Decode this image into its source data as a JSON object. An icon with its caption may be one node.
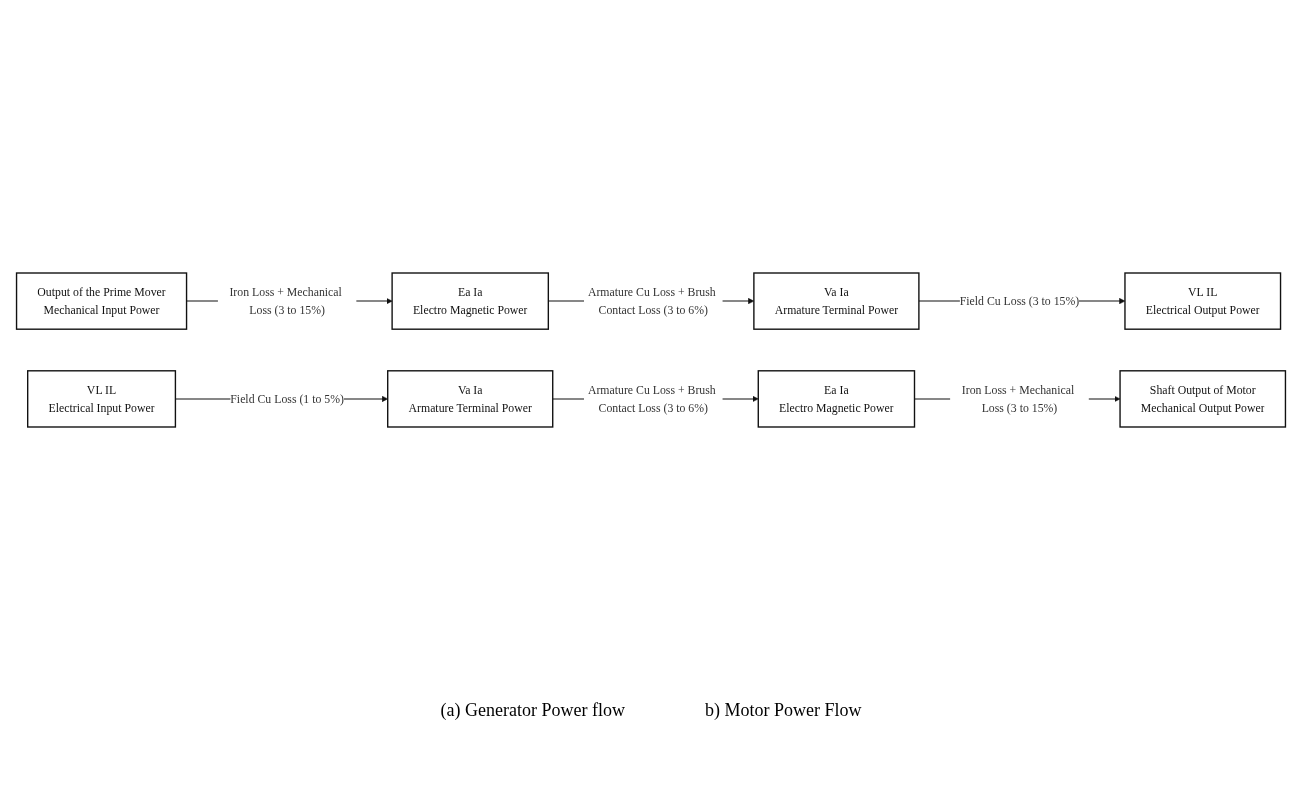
{
  "diagram": {
    "nodes": [
      {
        "text": [
          "Output of the Prime Mover",
          "Mechanical Input Power"
        ]
      },
      {
        "text": [
          "Ea Ia",
          "Electro Magnetic Power"
        ]
      },
      {
        "text": [
          "Va Ia",
          "Armature Terminal Power"
        ]
      },
      {
        "text": [
          "VL IL",
          "Electrical Output Power"
        ]
      },
      {
        "text": [
          "VL IL",
          "Electrical Input Power"
        ]
      },
      {
        "text": [
          "Va Ia",
          "Armature Terminal Power"
        ]
      },
      {
        "text": [
          "Ea Ia",
          "Electro Magnetic Power"
        ]
      },
      {
        "text": [
          "Shaft Output of Motor",
          "Mechanical Output Power"
        ]
      }
    ],
    "edges": [
      {
        "from": 0,
        "to": 1,
        "arrow": "to",
        "label": "Iron Loss + Mechanical Loss (3 to 15%)"
      },
      {
        "from": 1,
        "to": 2,
        "arrow": "to",
        "label": "Armature Cu Loss + Brush Contact Loss (3 to 6%)"
      },
      {
        "from": 2,
        "to": 3,
        "arrow": "to",
        "label": "Field Cu Loss (3 to 15%)"
      },
      {
        "from": 4,
        "to": 5,
        "arrow": "to",
        "label": "Field Cu Loss (1 to 5%)"
      },
      {
        "from": 5,
        "to": 6,
        "arrow": "to",
        "label": "Armature Cu Loss + Brush Contact Loss (3 to 6%)"
      },
      {
        "from": 6,
        "to": 7,
        "arrow": "to",
        "label": "Iron Loss + Mechanical Loss (3 to 15%)"
      }
    ],
    "labels": [
      "(a) Generator Power flow",
      "b) Motor Power Flow"
    ]
  }
}
